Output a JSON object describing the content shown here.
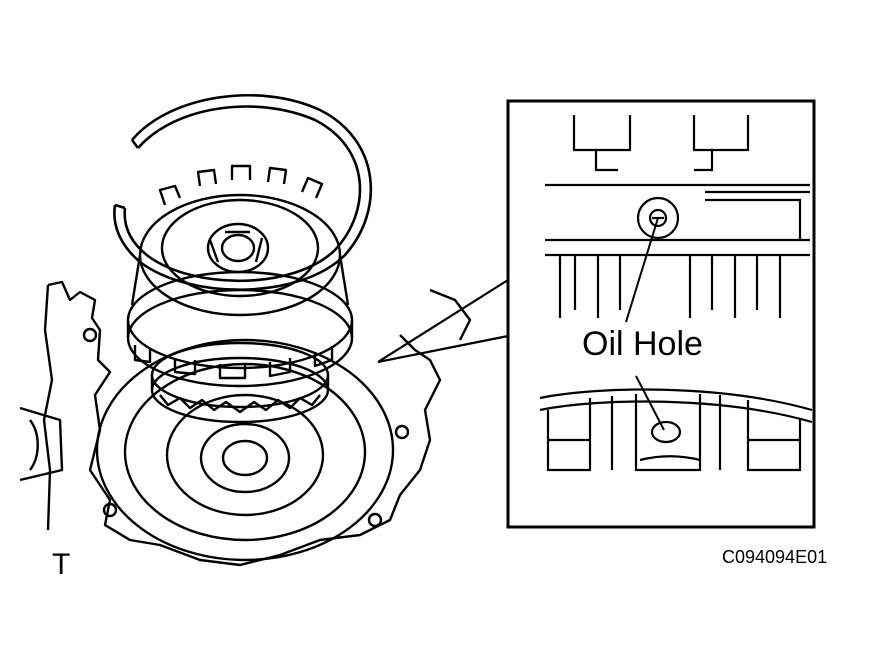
{
  "labels": {
    "callout": "Oil Hole",
    "figure_id": "C094094E01",
    "corner_mark": "T"
  },
  "colors": {
    "line": "#000000",
    "background": "#ffffff"
  }
}
